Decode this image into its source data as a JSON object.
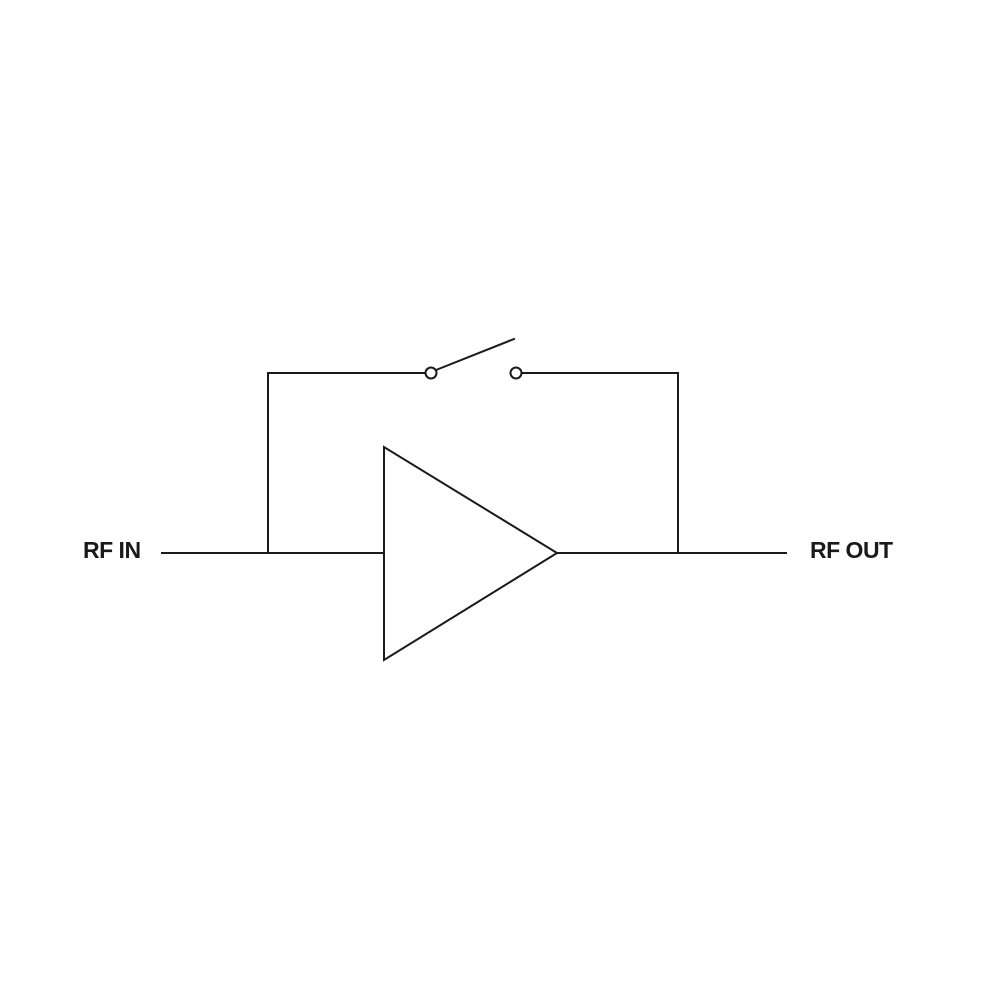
{
  "labels": {
    "input": "RF IN",
    "output": "RF OUT"
  },
  "colors": {
    "line": "#1a1a1a",
    "background": "#ffffff"
  },
  "components": {
    "amplifier": "triangle-amplifier-symbol",
    "bypass_switch": "open-switch-symbol"
  }
}
